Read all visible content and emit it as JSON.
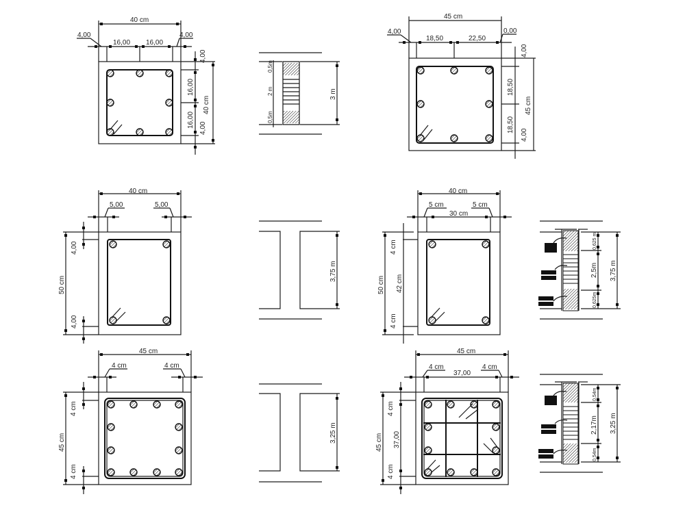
{
  "drawing": {
    "type": "column reinforcement details",
    "panels": [
      {
        "id": "col-40x40",
        "section": {
          "width": "40 cm",
          "height": "40 cm"
        },
        "top_dims": {
          "overall": "40 cm",
          "left_cover": "4,00",
          "seg1": "16,00",
          "seg2": "16,00",
          "right_cover": "4,00"
        },
        "side_dims": {
          "overall": "40 cm",
          "top_cover": "4,00",
          "seg1": "16,00",
          "seg2": "16,00",
          "bottom_cover": "4,00"
        },
        "bars": 8
      },
      {
        "id": "elev-3m",
        "labels": {
          "total": "3 m",
          "top_zone": "0,5m",
          "middle_zone": "2 m",
          "bottom_zone": "0,5m"
        }
      },
      {
        "id": "col-45x45-a",
        "section": {
          "width": "45 cm",
          "height": "45 cm"
        },
        "top_dims": {
          "overall": "45 cm",
          "left_cover": "4,00",
          "seg1": "18,50",
          "seg2": "22,50",
          "right_cover": "0,00"
        },
        "side_dims": {
          "overall": "45 cm",
          "top_cover": "4,00",
          "seg1": "18,50",
          "seg2": "18,50",
          "bottom_cover": "4,00"
        },
        "bars": 8
      },
      {
        "id": "col-40x50-a",
        "section": {
          "width": "40 cm",
          "height": "50 cm"
        },
        "top_dims": {
          "overall": "40 cm",
          "left_cover": "5,00",
          "right_cover": "5,00"
        },
        "side_dims": {
          "overall": "50 cm",
          "top_cover": "4,00",
          "bottom_cover": "4,00"
        },
        "bars": 4
      },
      {
        "id": "elev-375",
        "labels": {
          "total": "3,75 m"
        }
      },
      {
        "id": "col-40x50-b",
        "section": {
          "width": "40 cm",
          "height": "50 cm"
        },
        "top_dims": {
          "overall": "40 cm",
          "left_cover": "5 cm",
          "middle": "30 cm",
          "right_cover": "5 cm"
        },
        "side_dims": {
          "overall": "50 cm",
          "top_cover": "4 cm",
          "middle": "42 cm",
          "bottom_cover": "4 cm"
        },
        "bars": 4
      },
      {
        "id": "elev-375-detail",
        "labels": {
          "total": "3,75 m",
          "top_zone": "0,625 m",
          "middle_zone": "2,5m",
          "bottom_zone": "0,625m"
        }
      },
      {
        "id": "col-45x45-b",
        "section": {
          "width": "45 cm",
          "height": "45 cm"
        },
        "top_dims": {
          "overall": "45 cm",
          "left_cover": "4 cm",
          "right_cover": "4 cm"
        },
        "side_dims": {
          "overall": "45 cm",
          "top_cover": "4 cm",
          "bottom_cover": "4 cm"
        },
        "bars": 12
      },
      {
        "id": "elev-325",
        "labels": {
          "total": "3,25 m"
        }
      },
      {
        "id": "col-45x45-c",
        "section": {
          "width": "45 cm",
          "height": "45 cm"
        },
        "top_dims": {
          "overall": "45 cm",
          "left_cover": "4 cm",
          "middle": "37,00",
          "right_cover": "4 cm"
        },
        "side_dims": {
          "overall": "45 cm",
          "top_cover": "4 cm",
          "middle": "37,00",
          "bottom_cover": "4 cm"
        },
        "bars": 12
      },
      {
        "id": "elev-325-detail",
        "labels": {
          "total": "3,25 m",
          "top_zone": "0,54m",
          "middle_zone": "2,17m",
          "bottom_zone": "0,54m"
        }
      }
    ]
  }
}
